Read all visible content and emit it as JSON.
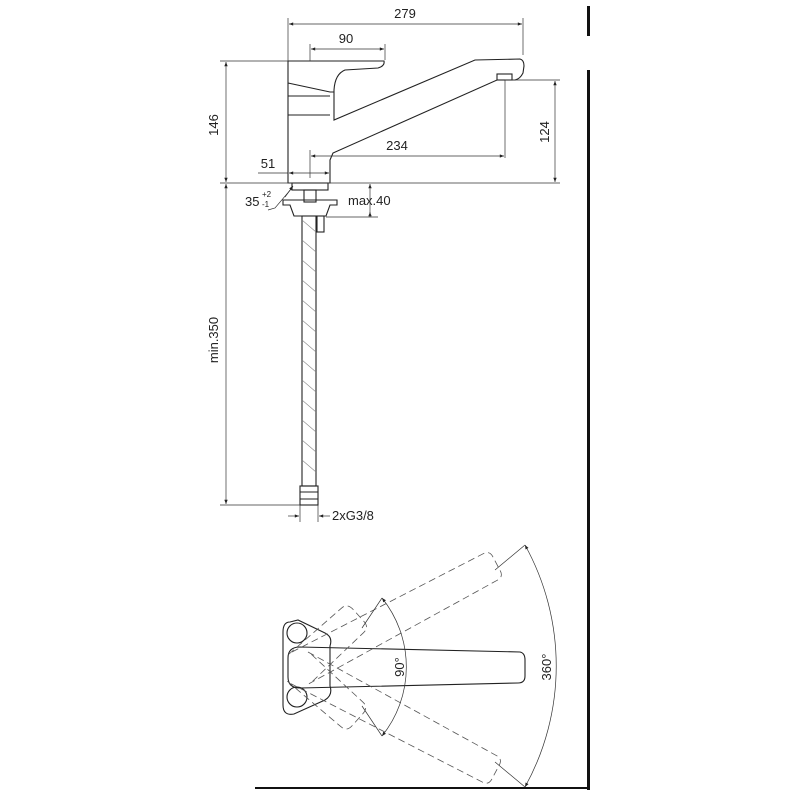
{
  "side_view": {
    "dim_total_length": "279",
    "dim_handle_length": "90",
    "dim_height": "146",
    "dim_spout_height": "124",
    "dim_spout_reach": "234",
    "dim_base_diameter": "51",
    "dim_hole": "35",
    "dim_hole_tol_plus": "+2",
    "dim_hole_tol_minus": "-1",
    "dim_max_thickness": "max.40",
    "dim_hose_length": "min.350",
    "dim_connection": "2xG3/8"
  },
  "top_view": {
    "angle_handle": "90°",
    "angle_spout": "360°"
  },
  "colors": {
    "line": "#222222",
    "frame": "#111111"
  }
}
